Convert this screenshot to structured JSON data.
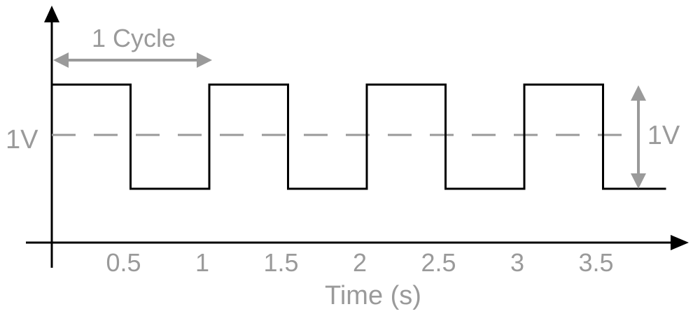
{
  "diagram": {
    "type": "square-wave",
    "x_axis": {
      "label": "Time (s)",
      "ticks": [
        "0.5",
        "1",
        "1.5",
        "2",
        "2.5",
        "3",
        "3.5"
      ],
      "tick_values": [
        0.5,
        1,
        1.5,
        2,
        2.5,
        3,
        3.5
      ]
    },
    "period_annotation": {
      "label": "1 Cycle",
      "from": 0,
      "to": 1
    },
    "mean_level": {
      "label": "1V"
    },
    "amplitude_annotation": {
      "label": "1V"
    },
    "waveform": {
      "high_segments": [
        [
          0,
          0.5
        ],
        [
          1,
          1.5
        ],
        [
          2,
          2.5
        ],
        [
          3,
          3.5
        ]
      ],
      "end_time": 3.9
    },
    "colors": {
      "axis": "#000000",
      "waveform": "#000000",
      "annotation": "#9a9a9a"
    }
  }
}
